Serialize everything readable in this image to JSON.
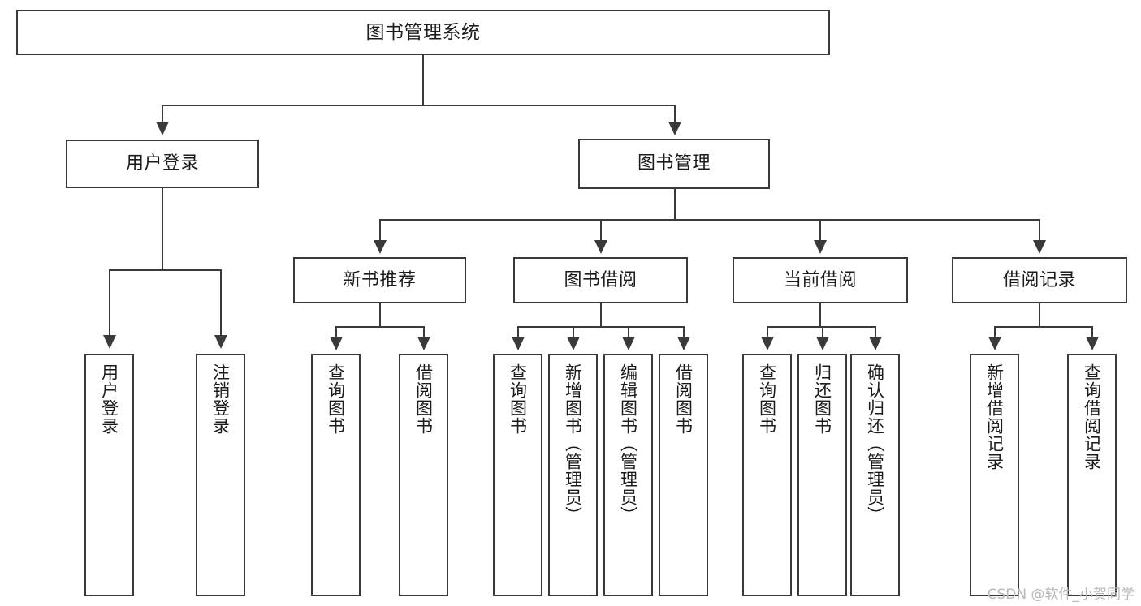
{
  "diagram": {
    "type": "tree-hierarchy-functional-decomposition",
    "root": {
      "label": "图书管理系统"
    },
    "level2": [
      {
        "label": "用户登录"
      },
      {
        "label": "图书管理"
      }
    ],
    "level3": [
      {
        "label": "新书推荐"
      },
      {
        "label": "图书借阅"
      },
      {
        "label": "当前借阅"
      },
      {
        "label": "借阅记录"
      }
    ],
    "leaves_user_login": [
      {
        "label": "用户登录"
      },
      {
        "label": "注销登录"
      }
    ],
    "leaves_new_book": [
      {
        "label": "查询图书"
      },
      {
        "label": "借阅图书"
      }
    ],
    "leaves_borrow": [
      {
        "label": "查询图书"
      },
      {
        "label": "新增图书（管理员）"
      },
      {
        "label": "编辑图书（管理员）"
      },
      {
        "label": "借阅图书"
      }
    ],
    "leaves_current": [
      {
        "label": "查询图书"
      },
      {
        "label": "归还图书"
      },
      {
        "label": "确认归还（管理员）"
      }
    ],
    "leaves_record": [
      {
        "label": "新增借阅记录"
      },
      {
        "label": "查询借阅记录"
      }
    ]
  },
  "watermark": {
    "text": "CSDN @软件_小贺同学"
  },
  "colors": {
    "stroke": "#3a3a3a",
    "fill": "#ffffff",
    "text": "#1c1c1c",
    "watermark": "#b9b9b9"
  }
}
